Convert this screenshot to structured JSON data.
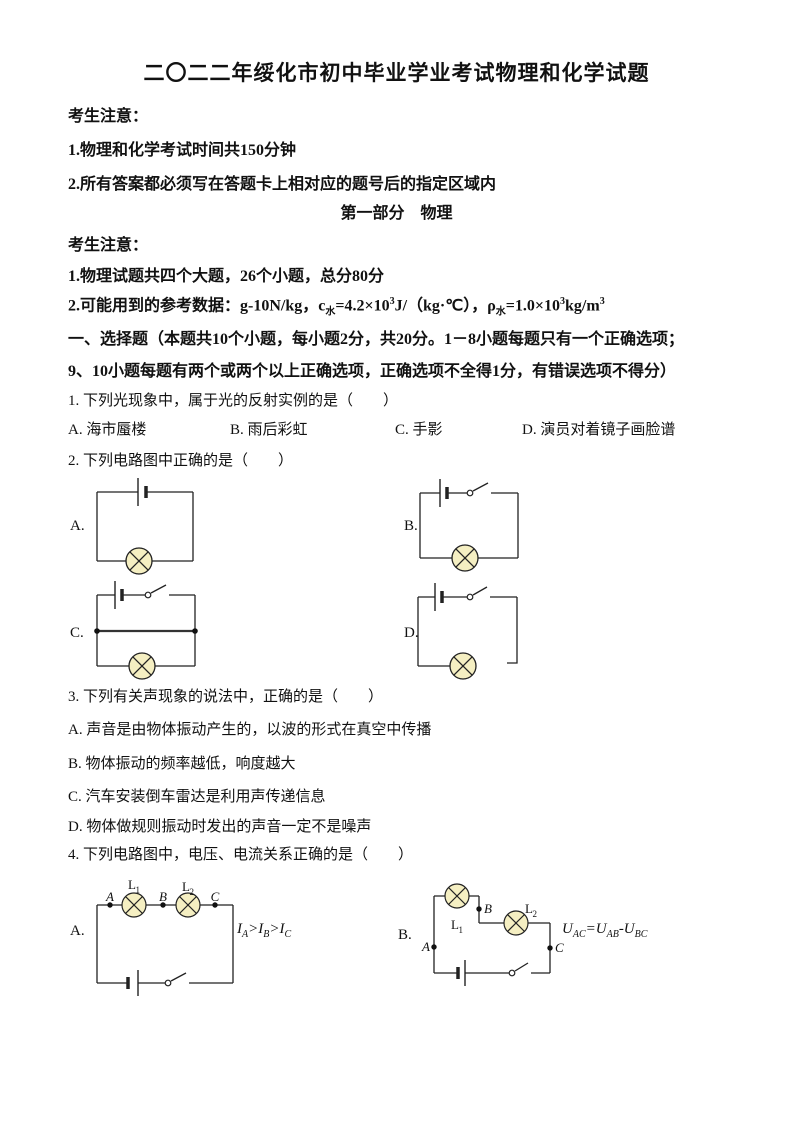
{
  "page": {
    "title": "二〇二二年绥化市初中毕业学业考试物理和化学试题"
  },
  "notice_top": {
    "heading": "考生注意：",
    "line1": "1.物理和化学考试时间共150分钟",
    "line2": "2.所有答案都必须写在答题卡上相对应的题号后的指定区域内"
  },
  "part1": {
    "heading": "第一部分　物理"
  },
  "notice_physics": {
    "heading": "考生注意：",
    "line1": "1.物理试题共四个大题，26个小题，总分80分",
    "ref": {
      "p1": "2.可能用到的参考数据：g-10N/kg，c",
      "sub1": "水",
      "p2": "=4.2×10",
      "sup1": "3",
      "p3": "J/（kg·℃），ρ",
      "sub2": "水",
      "p4": "=1.0×10",
      "sup2": "3",
      "p5": "kg/m",
      "sup3": "3"
    }
  },
  "section_choice": {
    "line1": "一、选择题（本题共10个小题，每小题2分，共20分。1－8小题每题只有一个正确选项；",
    "line2": "9、10小题每题有两个或两个以上正确选项，正确选项不全得1分，有错误选项不得分）"
  },
  "q1": {
    "text": "1. 下列光现象中，属于光的反射实例的是（　　）",
    "options": [
      "A. 海市蜃楼",
      "B. 雨后彩虹",
      "C. 手影",
      "D. 演员对着镜子画脸谱"
    ]
  },
  "q2": {
    "text": "2. 下列电路图中正确的是（　　）",
    "labels": [
      "A.",
      "B.",
      "C.",
      "D."
    ]
  },
  "q3": {
    "text": "3. 下列有关声现象的说法中，正确的是（　　）",
    "options": [
      "A. 声音是由物体振动产生的，以波的形式在真空中传播",
      "B. 物体振动的频率越低，响度越大",
      "C. 汽车安装倒车雷达是利用声传递信息",
      "D. 物体做规则振动时发出的声音一定不是噪声"
    ]
  },
  "q4": {
    "text": "4. 下列电路图中，电压、电流关系正确的是（　　）",
    "labels": [
      "A.",
      "B."
    ],
    "points": {
      "a": "A",
      "b": "B",
      "c": "C"
    },
    "lamps": {
      "l": "L",
      "sub1": "1",
      "sub2": "2"
    },
    "formula_a": {
      "p1": "I",
      "s1": "A",
      "p2": ">I",
      "s2": "B",
      "p3": ">I",
      "s3": "C"
    },
    "formula_b": {
      "p1": "U",
      "s1": "AC",
      "p2": "=U",
      "s2": "AB",
      "p3": "-U",
      "s3": "BC"
    }
  },
  "colors": {
    "lamp_fill": "#f5efc2",
    "wire": "#222222",
    "text": "#111111"
  }
}
